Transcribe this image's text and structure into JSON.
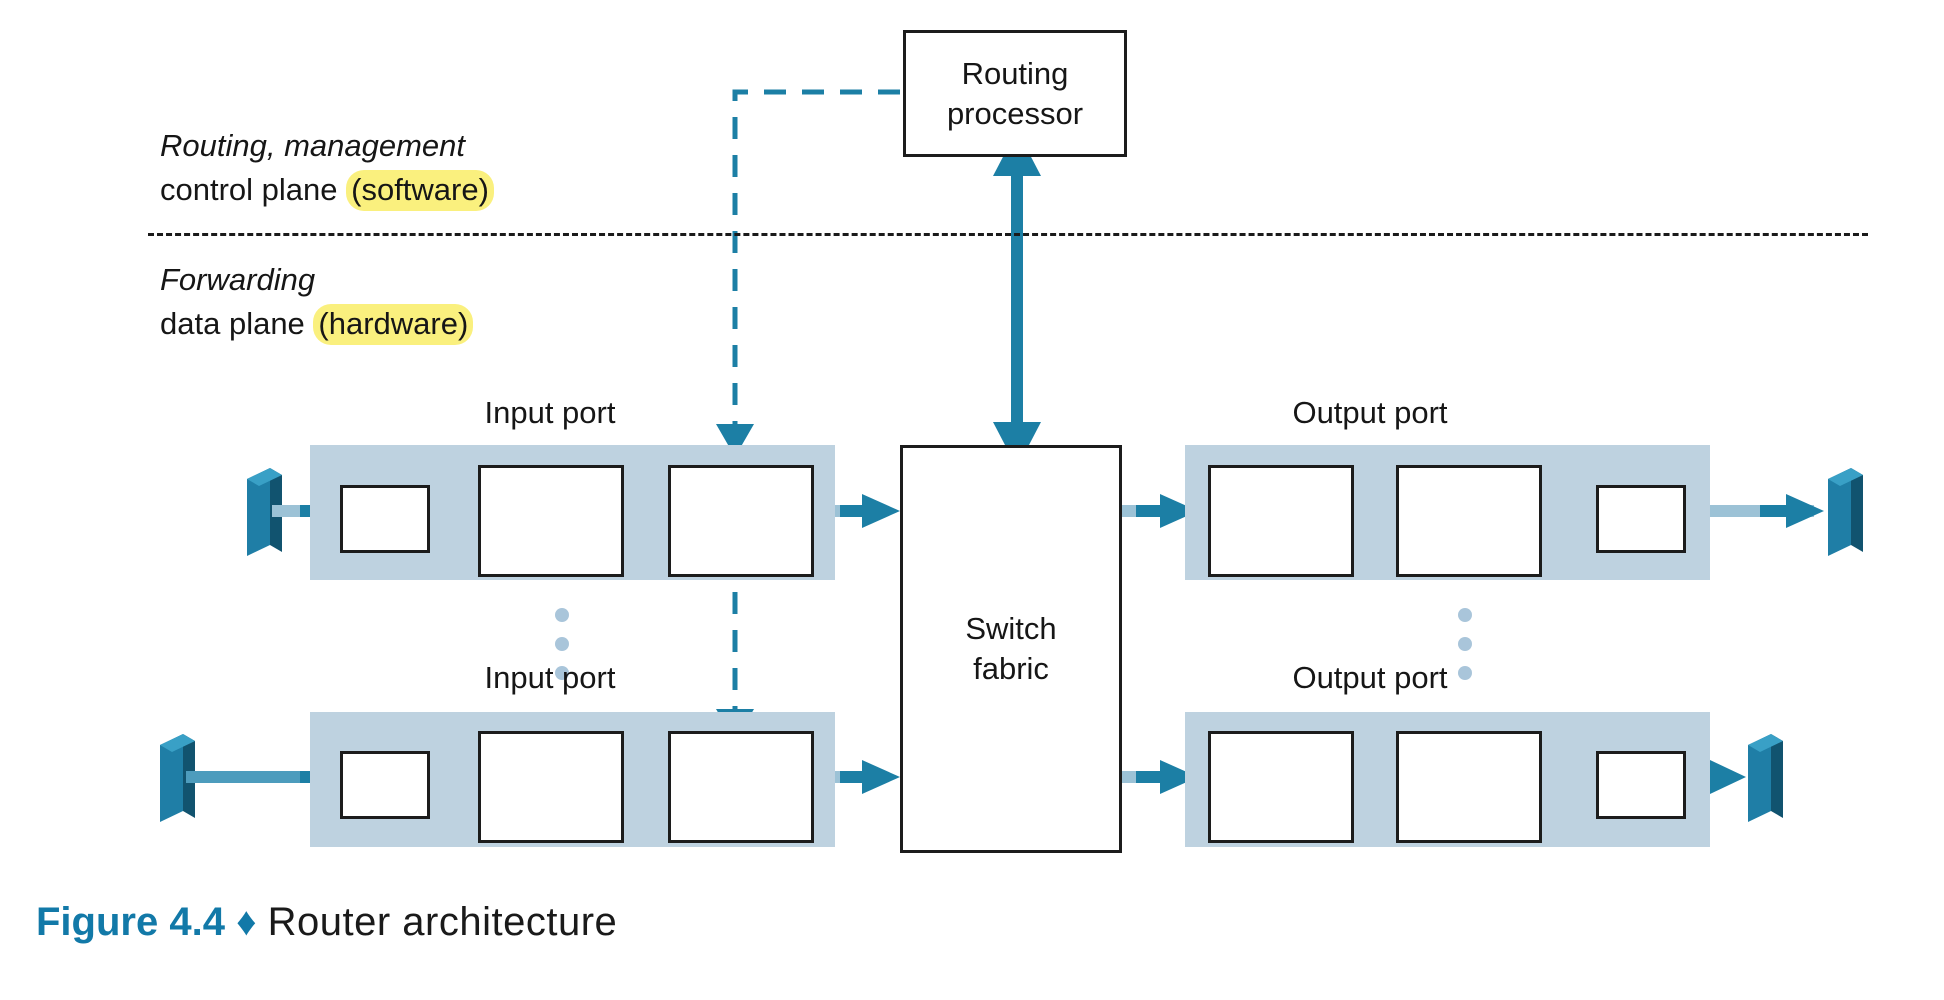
{
  "figure": {
    "number": "Figure 4.4",
    "diamond": "♦",
    "title": "Router architecture"
  },
  "planes": {
    "control": {
      "line1_italic": "Routing, management",
      "line2_plain": "control plane ",
      "line2_highlight": "(software)"
    },
    "data": {
      "line1_italic": "Forwarding",
      "line2_plain": "data plane ",
      "line2_highlight": "(hardware)"
    },
    "divider_name": "plane-divider"
  },
  "nodes": {
    "routing_processor": "Routing\nprocessor",
    "routing_processor_line1": "Routing",
    "routing_processor_line2": "processor",
    "switch_fabric_line1": "Switch",
    "switch_fabric_line2": "fabric",
    "input_port_label": "Input port",
    "output_port_label": "Output port"
  },
  "rows": [
    {
      "input_label": "Input port",
      "output_label": "Output port",
      "input_stages": [
        "line-termination",
        "link-layer-processing",
        "lookup-forwarding-queueing"
      ],
      "output_stages": [
        "queueing-buffer-mgmt",
        "link-layer-processing",
        "line-termination"
      ]
    },
    {
      "input_label": "Input port",
      "output_label": "Output port",
      "input_stages": [
        "line-termination",
        "link-layer-processing",
        "lookup-forwarding-queueing"
      ],
      "output_stages": [
        "queueing-buffer-mgmt",
        "link-layer-processing",
        "line-termination"
      ]
    }
  ],
  "ellipsis": {
    "dots": 3,
    "color": "#a9c5da"
  },
  "colors": {
    "accent_blue": "#1279a8",
    "arrow_blue": "#1c7fa5",
    "port_band": "#bed2e0",
    "highlight_yellow": "#faf07e",
    "box_stroke": "#1c1c1c",
    "connector_face": "#1b7fa8",
    "connector_side": "#15607f",
    "dot_blue": "#a9c5da"
  }
}
